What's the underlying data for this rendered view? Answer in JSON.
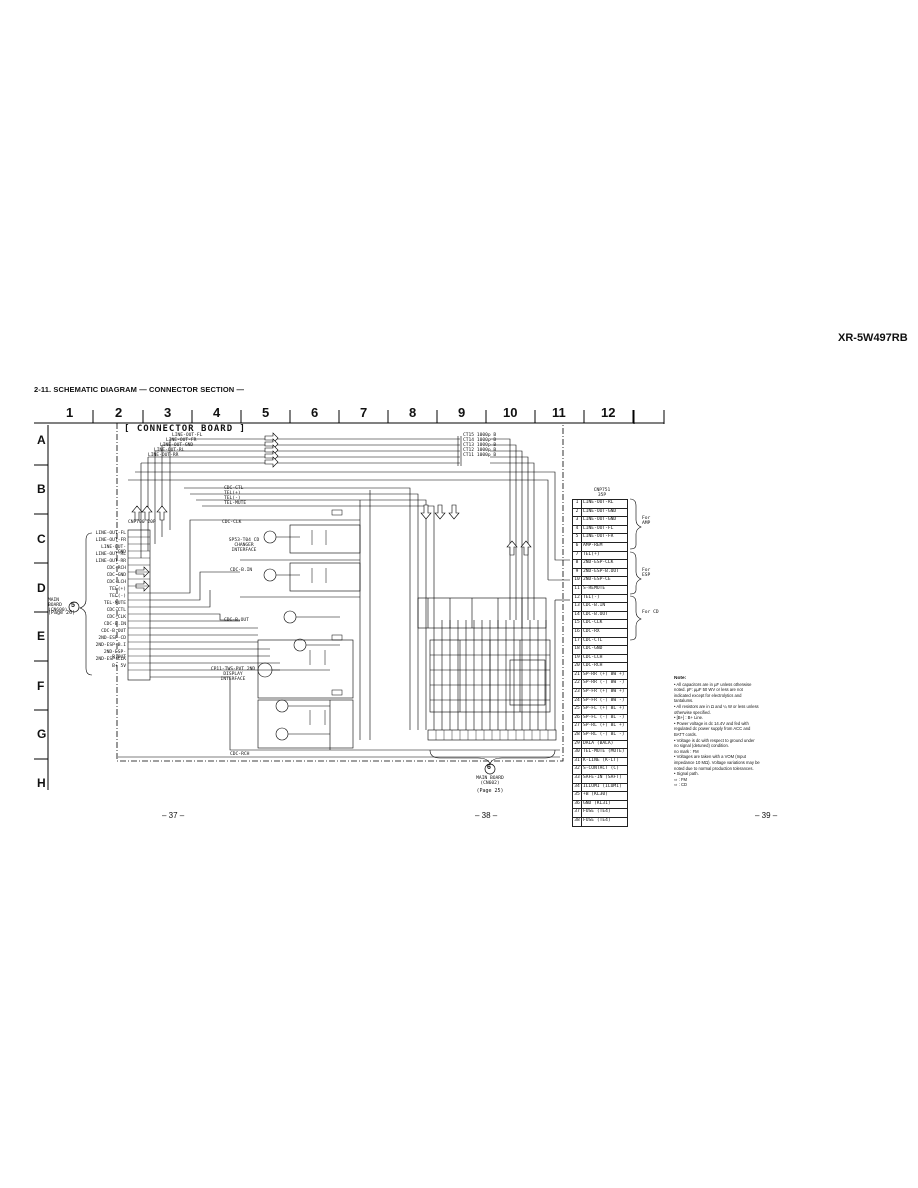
{
  "model": "XR-5W497RB",
  "title": "2-11. SCHEMATIC DIAGRAM — CONNECTOR SECTION —",
  "columns": [
    "1",
    "2",
    "3",
    "4",
    "5",
    "6",
    "7",
    "8",
    "9",
    "10",
    "11",
    "12"
  ],
  "rows": [
    "A",
    "B",
    "C",
    "D",
    "E",
    "F",
    "G",
    "H"
  ],
  "board_title": "[ CONNECTOR BOARD ]",
  "left_connector": {
    "ref": "CNP700 20P",
    "labels": [
      "LINE-OUT-FL",
      "LINE-OUT-FR",
      "LINE-OUT-GND",
      "LINE-OUT-RL",
      "LINE-OUT-RR",
      "CDC-RCH",
      "CDC-GND",
      "CDC-LCH",
      "TEL(+)",
      "TEL(-)",
      "TEL-MUTE",
      "CDC-CTL",
      "CDC-CLK",
      "CDC-B.IN",
      "CDC-B.OUT",
      "2ND-ESP-CD",
      "2ND-ESP-B.I",
      "2ND-ESP-B.OUT",
      "2ND-ESP-CLK",
      "B+ 5V"
    ],
    "board_ref": "MAIN BOARD (CN600)",
    "page_ref": "(Page 26)",
    "circle": "5"
  },
  "right_connector": {
    "ref": "CNP751 35P",
    "pins": [
      "LINE-OUT-RL",
      "LINE-OUT-GND",
      "LINE-OUT-GND",
      "LINE-OUT-FL",
      "LINE-OUT-FR",
      "AMP-REM",
      "TEL(+)",
      "2ND-ESP-CLK",
      "2ND-ESP-B.OUT",
      "2ND-ESP-CE",
      "S-REMOTE",
      "TEL(-)",
      "CDC-B.IN",
      "CDC-B.OUT",
      "CDC-CLK",
      "CDC-RX",
      "CDC-CTL",
      "CDC-GND",
      "CDC-LCH",
      "CDC-RCH",
      "SP-RR (+) 8W +)",
      "SP-RR (-) 8W -)",
      "SP-FR (+) 8W +)",
      "SP-FR (-) 8W -)",
      "SP-FL (+) 8L +)",
      "SP-FL (-) 8L -)",
      "SP-RL (+) 8L +)",
      "SP-RL (-) 8L -)",
      "DALA (BALA)",
      "TEL-MUTE (MUTE)",
      "K-LINE (K-LT)",
      "S-CONTACT (C)",
      "SAFE-IN (SAFT)",
      "ILLUMI (ILUMI)",
      "+B (KL30)",
      "GND (KL31)",
      "FUSE (TE4)",
      "FUSE (TE4)"
    ],
    "groups": [
      "For AMP",
      "For ESP",
      "For CD"
    ]
  },
  "bottom_connector": {
    "board_ref": "MAIN BOARD (CN602)",
    "page_ref": "(Page 25)",
    "circle": "6"
  },
  "net_labels_top": [
    "LINE-OUT-FL",
    "LINE-OUT-FR",
    "LINE-OUT-GND",
    "LINE-OUT-RL",
    "LINE-OUT-RR"
  ],
  "net_labels_mid": [
    "CDC-CTL",
    "TEL(+)",
    "TEL(-)",
    "TEL-MUTE",
    "CDC-CLK",
    "CDC-B.IN",
    "CDC-B.OUT",
    "CDC-RCH"
  ],
  "blocks": [
    {
      "name": "SP53-T04 CD CHANGER INTERFACE"
    },
    {
      "name": "CP11-TWS-PVT 2ND DISPLAY INTERFACE"
    }
  ],
  "caps_right": [
    "CT15 1000p B",
    "CT14 1000p B",
    "CT13 1000p B",
    "CT12 1000p B",
    "CT11 1000p B"
  ],
  "notes": {
    "heading": "Note:",
    "items": [
      "• All capacitors are in µF unless otherwise noted. pF: µµF 50 WV or less are not indicated except for electrolytics and tantalums.",
      "• All resistors are in Ω and ¼ W or less unless otherwise specified.",
      "• [B+] : B+ Line.",
      "• Power voltage is dc 14.4V and fed with regulated dc power supply from ACC and BATT cords.",
      "• Voltage is dc with respect to ground under no signal (detuned) condition.",
      "  no mark : FM",
      "• Voltages are taken with a VOM (Input impedance 10 MΩ). Voltage variations may be noted due to normal production tolerances.",
      "• Signal path.",
      "  ⇨ : FM",
      "  ⇨ : CD"
    ]
  },
  "page_numbers": [
    "– 37 –",
    "– 38 –",
    "– 39 –"
  ]
}
